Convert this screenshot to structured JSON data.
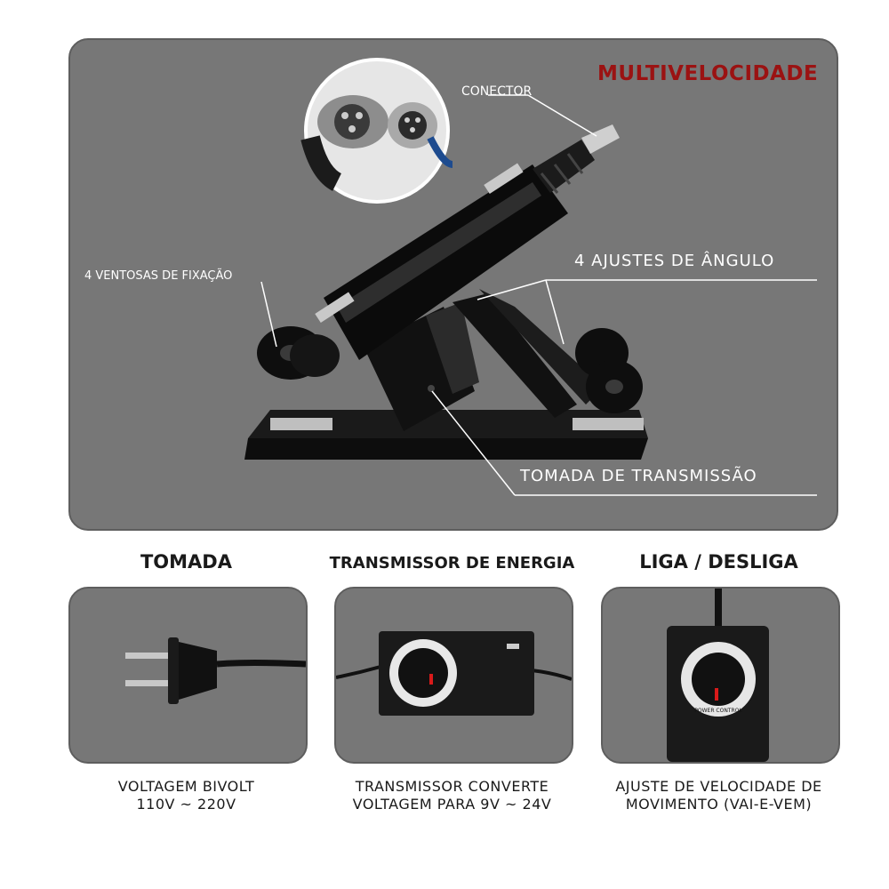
{
  "main": {
    "title": "MULTIVELOCIDADE",
    "callouts": {
      "connector": "CONECTOR",
      "suction_cups": "4 VENTOSAS DE FIXAÇÃO",
      "angle": "4 AJUSTES DE ÂNGULO",
      "socket": "TOMADA DE TRANSMISSÃO"
    }
  },
  "sections": [
    {
      "heading": "TOMADA",
      "caption_line1": "VOLTAGEM BIVOLT",
      "caption_line2": "110V ~ 220V"
    },
    {
      "heading": "TRANSMISSOR DE ENERGIA",
      "caption_line1": "TRANSMISSOR CONVERTE",
      "caption_line2": "VOLTAGEM PARA 9V ~ 24V"
    },
    {
      "heading": "LIGA / DESLIGA",
      "caption_line1": "AJUSTE DE VELOCIDADE DE",
      "caption_line2": "MOVIMENTO (VAI-E-VEM)"
    }
  ],
  "device_labels": {
    "power_control": "POWER CONTROL"
  },
  "colors": {
    "panel_bg": "#777777",
    "title_red": "#9b1212",
    "text_dark": "#1a1a1a",
    "callout_white": "#ffffff"
  }
}
